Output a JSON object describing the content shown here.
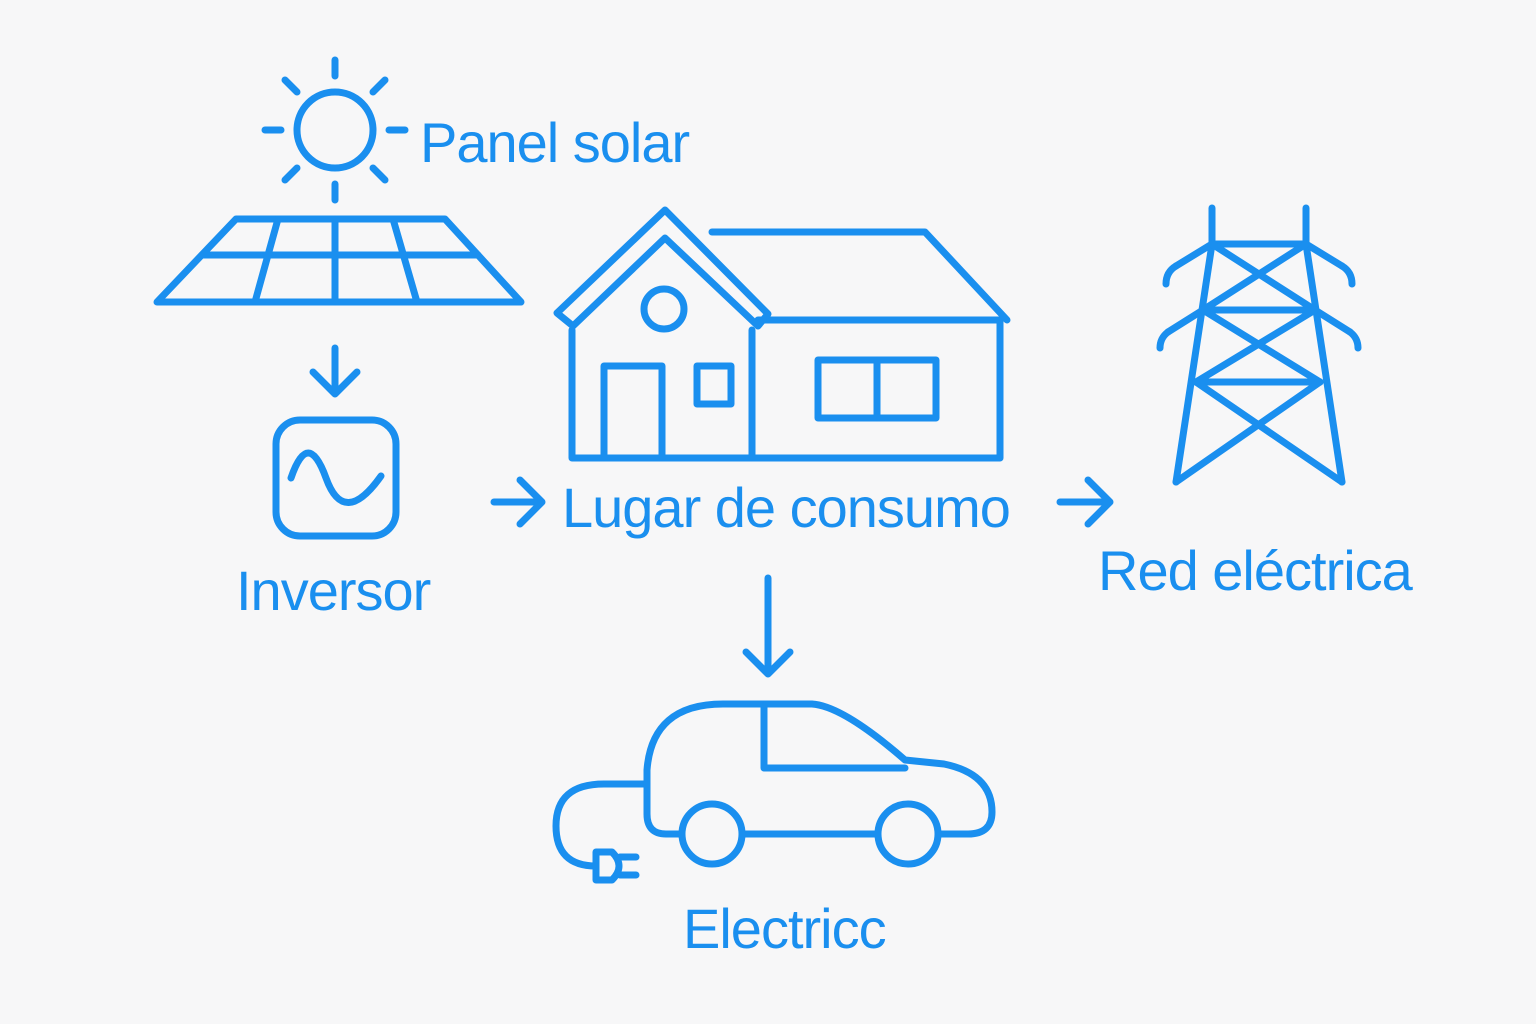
{
  "nodes": {
    "solar": {
      "label": "Panel solar"
    },
    "inverter": {
      "label": "Inversor"
    },
    "home": {
      "label": "Lugar de consumo"
    },
    "grid": {
      "label": "Red eléctrica"
    },
    "car": {
      "label": "Electricc"
    }
  },
  "edges": [
    {
      "from": "solar",
      "to": "inverter",
      "direction": "down"
    },
    {
      "from": "inverter",
      "to": "home",
      "direction": "right"
    },
    {
      "from": "home",
      "to": "grid",
      "direction": "right"
    },
    {
      "from": "home",
      "to": "car",
      "direction": "down"
    }
  ],
  "colors": {
    "stroke": "#1a8fef",
    "text": "#1a8fef",
    "background": "#f7f7f8"
  },
  "icons": [
    "sun-icon",
    "solar-panel-icon",
    "inverter-icon",
    "house-icon",
    "transmission-tower-icon",
    "electric-car-icon",
    "plug-icon"
  ]
}
